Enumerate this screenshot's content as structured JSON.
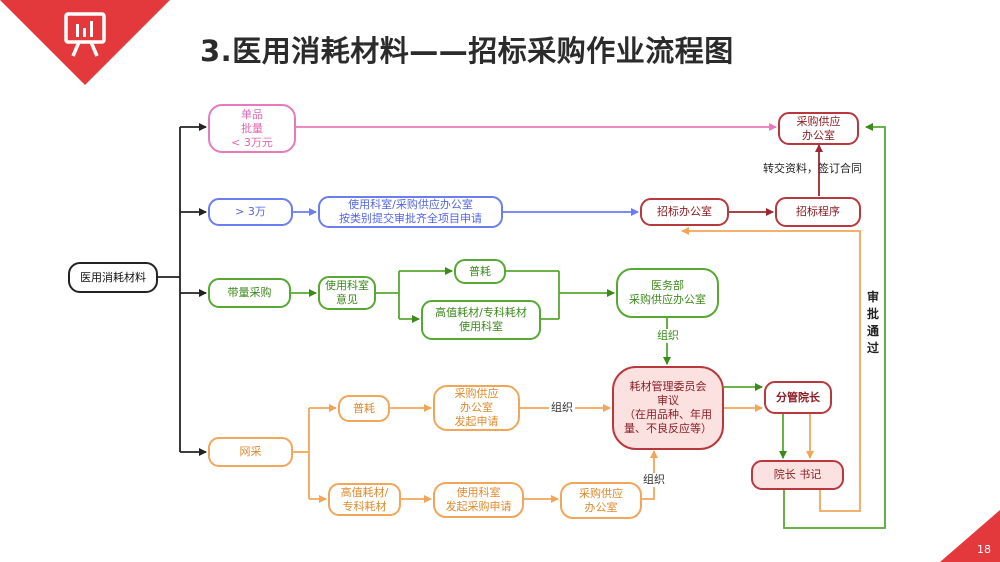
{
  "slide": {
    "title": "3.医用消耗材料——招标采购作业流程图",
    "page_number": "18",
    "accent_color": "#e3393c"
  },
  "nodes": {
    "root": "医用消耗材料",
    "single_batch": "单品\n批量\n< 3万元",
    "purchase_office_top": "采购供应\n办公室",
    "over3w": "> 3万",
    "dept_apply": "使用科室/采购供应办公室\n按类别提交审批齐全项目申请",
    "bid_office": "招标办公室",
    "bid_procedure": "招标程序",
    "volume_purchase": "带量采购",
    "dept_opinion": "使用科室\n意见",
    "common_green": "普耗",
    "high_value_green": "高值耗材/专科耗材\n使用科室",
    "medical_dept": "医务部\n采购供应办公室",
    "committee": "耗材管理委员会\n审议\n（在用品种、年用\n量、不良反应等）",
    "vice_president": "分管院长",
    "president": "院长  书记",
    "online": "网采",
    "common_orange": "普耗",
    "purchase_apply": "采购供应\n办公室\n发起申请",
    "high_value_orange": "高值耗材/\n专科耗材",
    "dept_purchase_apply": "使用科室\n发起采购申请",
    "purchase_office_orange": "采购供应\n办公室"
  },
  "labels": {
    "transfer": "转交资料，签订合同",
    "organize_green": "组织",
    "organize_top": "组织",
    "organize_bottom": "组织",
    "approved": "审批通过"
  },
  "colors": {
    "pink": "#e67abc",
    "blue": "#6b7df0",
    "green": "#57a832",
    "orange": "#f2a65a",
    "red": "#b9383e"
  }
}
